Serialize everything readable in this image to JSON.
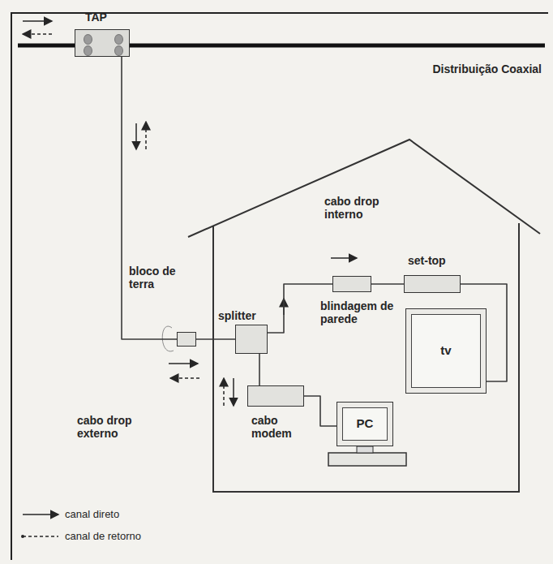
{
  "diagram": {
    "nodes": [
      {
        "text": [
          "TAP"
        ]
      },
      {
        "text": [
          "bloco de terra"
        ]
      },
      {
        "text": [
          "splitter"
        ]
      },
      {
        "text": [
          "blindagem de parede"
        ]
      },
      {
        "text": [
          "set-top"
        ]
      },
      {
        "text": [
          "tv"
        ]
      },
      {
        "text": [
          "cabo modem"
        ]
      },
      {
        "text": [
          "PC"
        ]
      }
    ],
    "edges": [
      {
        "from": 0,
        "to": 1,
        "arrow": "none"
      },
      {
        "from": 1,
        "to": 2,
        "arrow": "none"
      },
      {
        "from": 2,
        "to": 3,
        "arrow": "none"
      },
      {
        "from": 3,
        "to": 4,
        "arrow": "none"
      },
      {
        "from": 4,
        "to": 5,
        "arrow": "none"
      },
      {
        "from": 2,
        "to": 6,
        "arrow": "none"
      },
      {
        "from": 6,
        "to": 7,
        "arrow": "none"
      }
    ],
    "labels": [
      "Distribuição Coaxial",
      "cabo drop interno",
      "cabo drop externo"
    ],
    "legend": [
      {
        "text": "canal direto"
      },
      {
        "text": "canal de retorno"
      }
    ]
  }
}
